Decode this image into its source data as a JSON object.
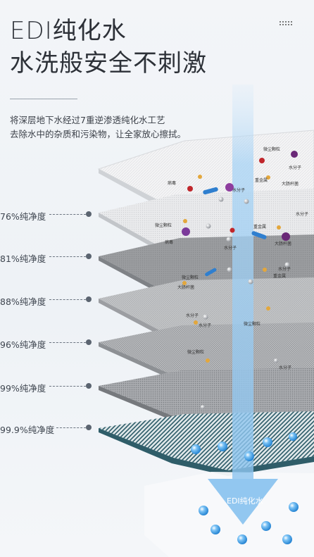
{
  "header": {
    "title_line1": "EDI纯化水",
    "title_line2": "水洗般安全不刺激",
    "desc_line1": "将深层地下水经过7重逆渗透纯化水工艺",
    "desc_line2": "去除水中的杂质和污染物，让全家放心擦拭。"
  },
  "purity_labels": [
    "76%纯净度",
    "81%纯净度",
    "88%纯净度",
    "96%纯净度",
    "99%纯净度",
    "99.9%纯净度"
  ],
  "particles": {
    "virus": "病毒",
    "dust": "微尘颗粒",
    "water": "水分子",
    "metal": "重金属",
    "ecoli": "大肠杆菌"
  },
  "edi_label": "EDI纯化水",
  "colors": {
    "arrow": "#9ccbf0",
    "label_text": "#3f4650",
    "dash": "#6b7480",
    "water_drop": "#3a9be0"
  }
}
